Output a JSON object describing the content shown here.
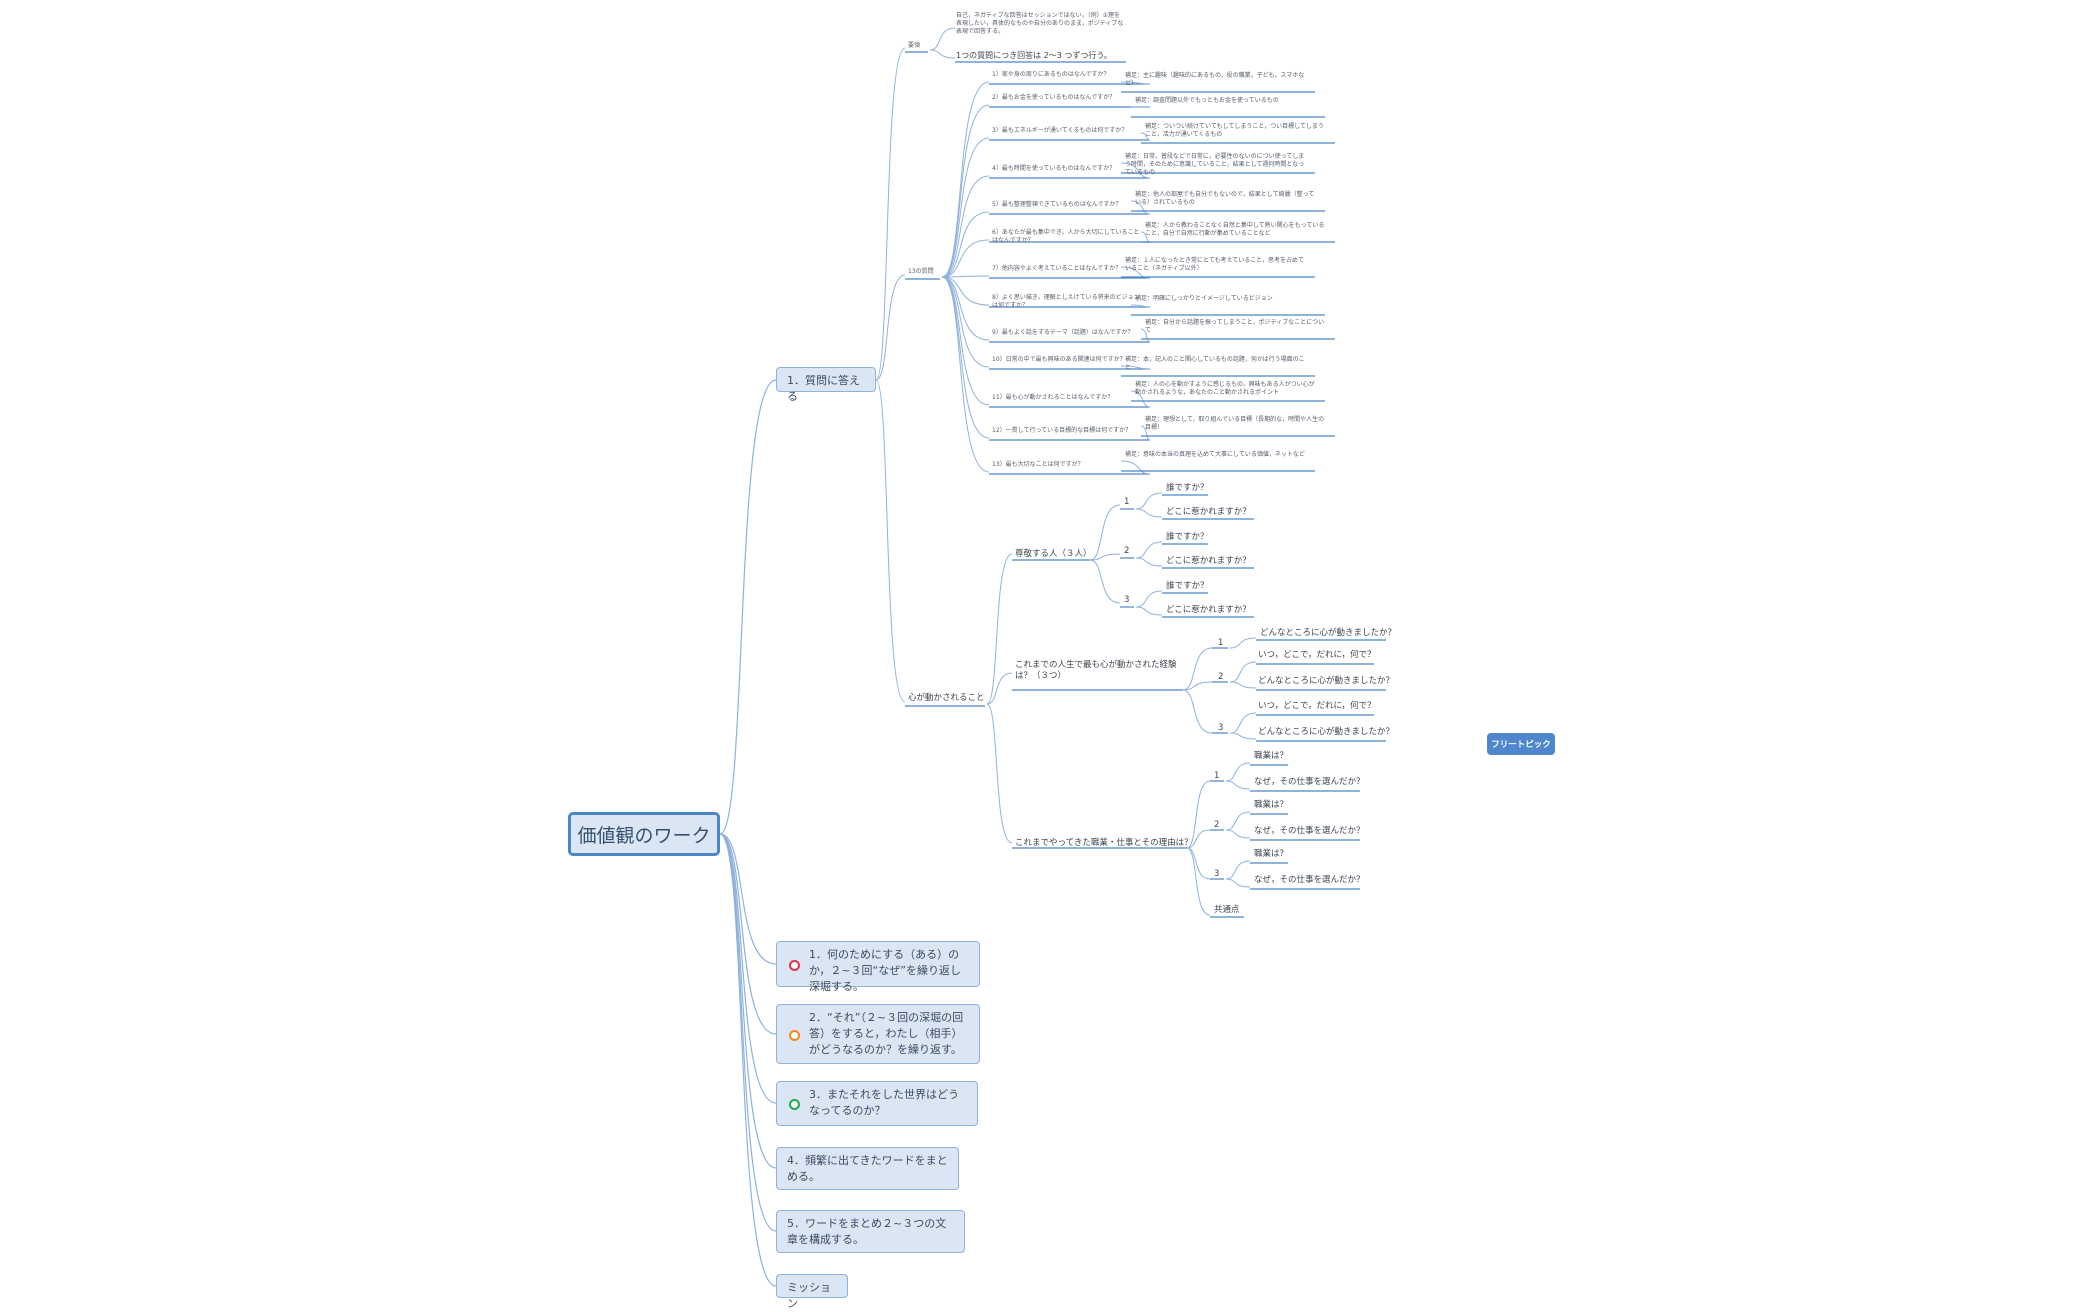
{
  "central": "価値観のワーク",
  "floating": "フリートピック",
  "colors": {
    "line": "#8fb2dc",
    "accent": "#4a86c8",
    "red": "#e0334b",
    "orange": "#ef8a1c",
    "green": "#22a84a"
  },
  "b1": {
    "label": "1．質問に答える",
    "rule_label": "要領",
    "rule_note": "自己，ネガティブな回答はセッションではない，（例）①理を表現したい，具体的なものや自分のありのまま，ポジティブな表現で回答する。",
    "rule_main": "1つの質問につき回答は 2～3 つずつ行う。",
    "qs_label": "13の質問",
    "q": [
      {
        "q": "1）家や身の周りにあるものはなんですか？",
        "hint": "補足：主に趣味（趣味的にあるもの，役の職業，子ども，スマホなど）"
      },
      {
        "q": "2）最もお金を使っているものはなんですか？",
        "hint": "補足：調査問題以外でもっともお金を使っているもの"
      },
      {
        "q": "3）最もエネルギーが湧いてくるものは何ですか？",
        "hint": "補足：ついつい続けていてもしてしまうこと，つい目標してしまうこと，活力が湧いてくるもの"
      },
      {
        "q": "4）最も時間を使っているものはなんですか？",
        "hint": "補足：日常，普段などで日常に，必要性のないのについ使ってしまう時間，そのために意識していること，結果として週何時間となっているもの"
      },
      {
        "q": "5）最も整理整頓できているものはなんですか？",
        "hint": "補足：他人の部屋でも自分でもないので，結果として綺麗（整っている）されているもの"
      },
      {
        "q": "6）あなたが最も集中でき，人から大切にしていることはなんですか？",
        "hint": "補足：人から教わることなく自然と集中して熱い関心をもっていること，自分で自然に行動が集めていることなど"
      },
      {
        "q": "7）他内容やよく考えていることはなんですか？",
        "hint": "補足：１人になったとき常にとても考えていること，思考を占めていること（ネガティブ以外）"
      },
      {
        "q": "8）よく思い描き，理解としえけている将来のビジョンは何ですか？",
        "hint": "補足：明確にしっかりとイメージしているビジョン"
      },
      {
        "q": "9）最もよく話をするテーマ（話題）はなんですか？",
        "hint": "補足：自分から話題を振ってしまうこと，ポジティブなことについて"
      },
      {
        "q": "10）日常の中で最も興味のある関連は何ですか？",
        "hint": "補足：本，記入のこと関心しているもの話題，何かは行う場面のこと"
      },
      {
        "q": "11）最も心が動かされることはなんですか？",
        "hint": "補足：人の心を動かすように感じるもの，興味もある人がつい心が動かされるような，あなたのこと動かされるポイント"
      },
      {
        "q": "12）一貫して行っている目標的な目標は何ですか？",
        "hint": "補足：理想として，取り組んでいる目標（長期的な，時間や人生の目標）"
      },
      {
        "q": "13）最も大切なことは何ですか？",
        "hint": "補足：意味の本当の真理を込めて大事にしている価値，ネットなど"
      }
    ],
    "heart_label": "心が動かされること",
    "respect_label": "尊敬する人（３人）",
    "respect": [
      {
        "n": "1",
        "who": "誰ですか？",
        "where": "どこに惹かれますか？"
      },
      {
        "n": "2",
        "who": "誰ですか？",
        "where": "どこに惹かれますか？"
      },
      {
        "n": "3",
        "who": "誰ですか？",
        "where": "どこに惹かれますか？"
      }
    ],
    "moved_label": "これまでの人生で最も心が動かされた経験は？（３つ）",
    "moved": [
      {
        "n": "1",
        "items": [
          "どんなところに心が動きましたか？"
        ]
      },
      {
        "n": "2",
        "items": [
          "いつ，どこで，だれに，何で？",
          "どんなところに心が動きましたか？"
        ]
      },
      {
        "n": "3",
        "items": [
          "いつ，どこで，だれに，何で？",
          "どんなところに心が動きましたか？"
        ]
      }
    ],
    "job_label": "これまでやってきた職業・仕事とその理由は？",
    "jobs": [
      {
        "n": "1",
        "job": "職業は？",
        "why": "なぜ，その仕事を選んだか？"
      },
      {
        "n": "2",
        "job": "職業は？",
        "why": "なぜ，その仕事を選んだか？"
      },
      {
        "n": "3",
        "job": "職業は？",
        "why": "なぜ，その仕事を選んだか？"
      }
    ],
    "common": "共通点"
  },
  "b2": "1．何のためにする（ある）のか，２~３回“なぜ”を繰り返し深堀する。",
  "b3": "2．“それ”（２~３回の深堀の回答）をすると，わたし（相手）がどうなるのか？を繰り返す。",
  "b4": "3．またそれをした世界はどうなってるのか？",
  "b5": "4．頻繁に出てきたワードをまとめる。",
  "b6": "5．ワードをまとめ２~３つの文章を構成する。",
  "b7": "ミッション"
}
